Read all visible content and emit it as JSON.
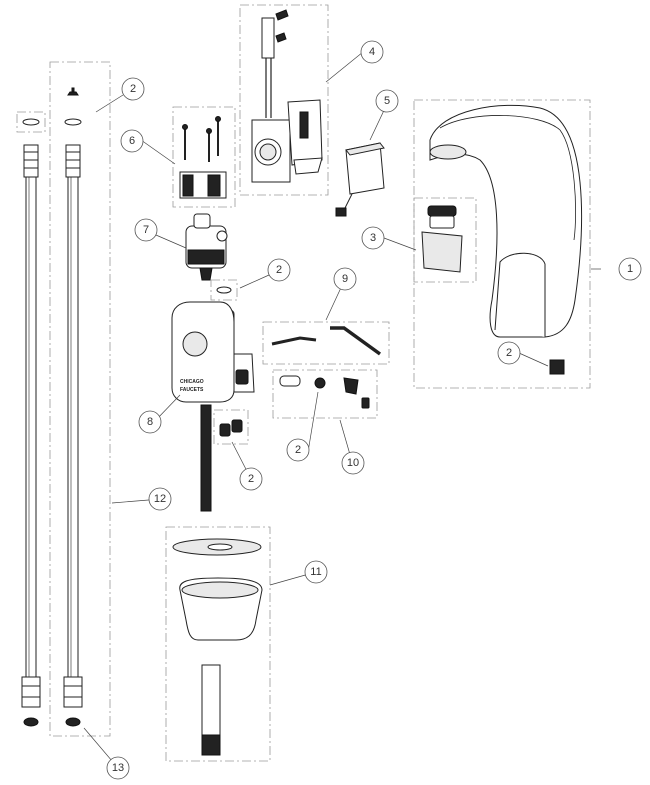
{
  "parts": [
    {
      "id": "1",
      "label": "1"
    },
    {
      "id": "2a",
      "label": "2"
    },
    {
      "id": "2b",
      "label": "2"
    },
    {
      "id": "2c",
      "label": "2"
    },
    {
      "id": "2d",
      "label": "2"
    },
    {
      "id": "2e",
      "label": "2"
    },
    {
      "id": "3",
      "label": "3"
    },
    {
      "id": "4",
      "label": "4"
    },
    {
      "id": "5",
      "label": "5"
    },
    {
      "id": "6",
      "label": "6"
    },
    {
      "id": "7",
      "label": "7"
    },
    {
      "id": "8",
      "label": "8"
    },
    {
      "id": "9",
      "label": "9"
    },
    {
      "id": "10",
      "label": "10"
    },
    {
      "id": "11",
      "label": "11"
    },
    {
      "id": "12",
      "label": "12"
    },
    {
      "id": "13",
      "label": "13"
    }
  ],
  "body_stamp": {
    "line1": "CHICAGO",
    "line2": "FAUCETS"
  }
}
